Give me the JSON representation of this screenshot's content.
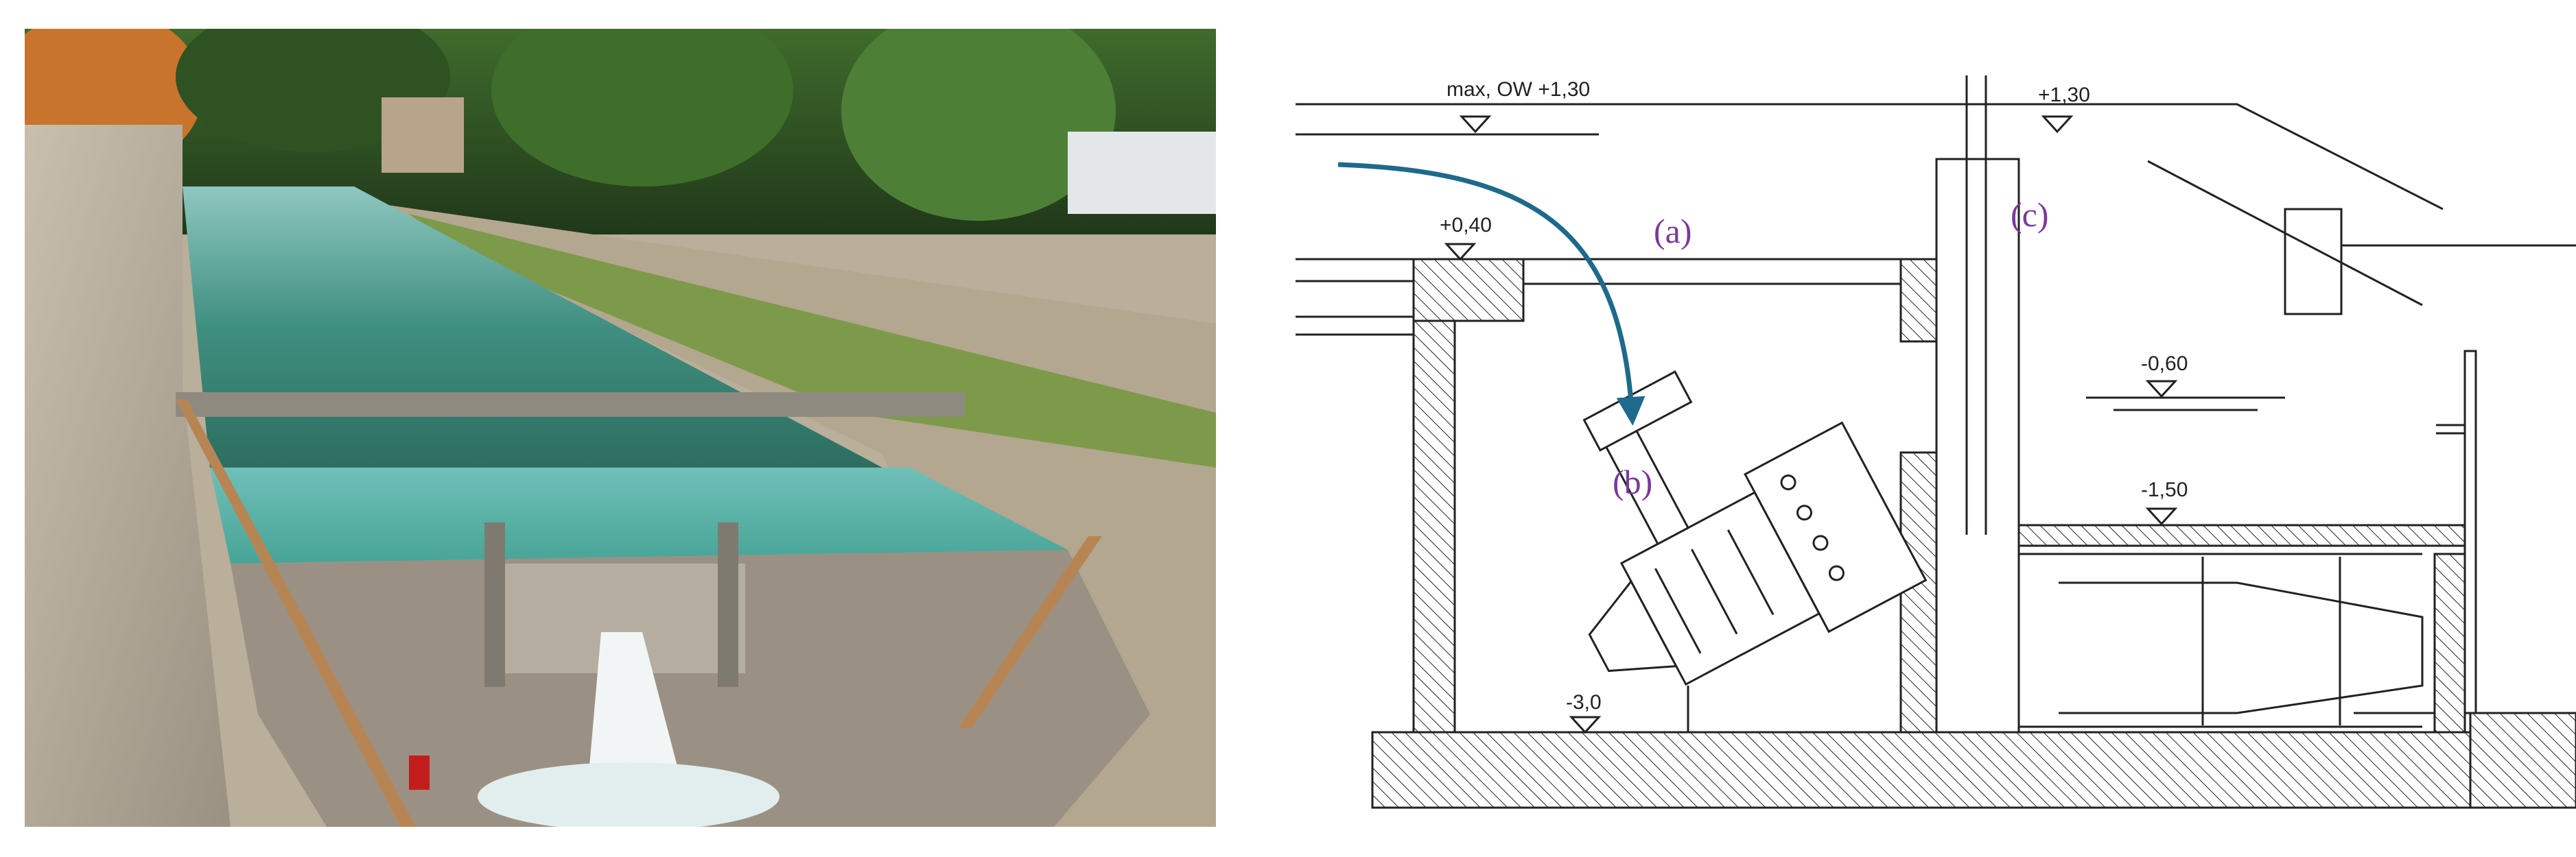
{
  "figure": {
    "photo": {
      "subject": "photo-of-hydropower-plant-channel"
    },
    "drawing": {
      "levels": {
        "headwater": "max, OW +1,30",
        "top": "+1,30",
        "inlet": "+0,40",
        "tailwater": "-0,60",
        "outlet": "-1,50",
        "bottom": "-3,0"
      },
      "labels": {
        "a": "(a)",
        "b": "(b)",
        "c": "(c)"
      },
      "colors": {
        "flow_arrow": "#1e6a8a",
        "label": "#7a3a9a",
        "line": "#222222"
      }
    }
  }
}
